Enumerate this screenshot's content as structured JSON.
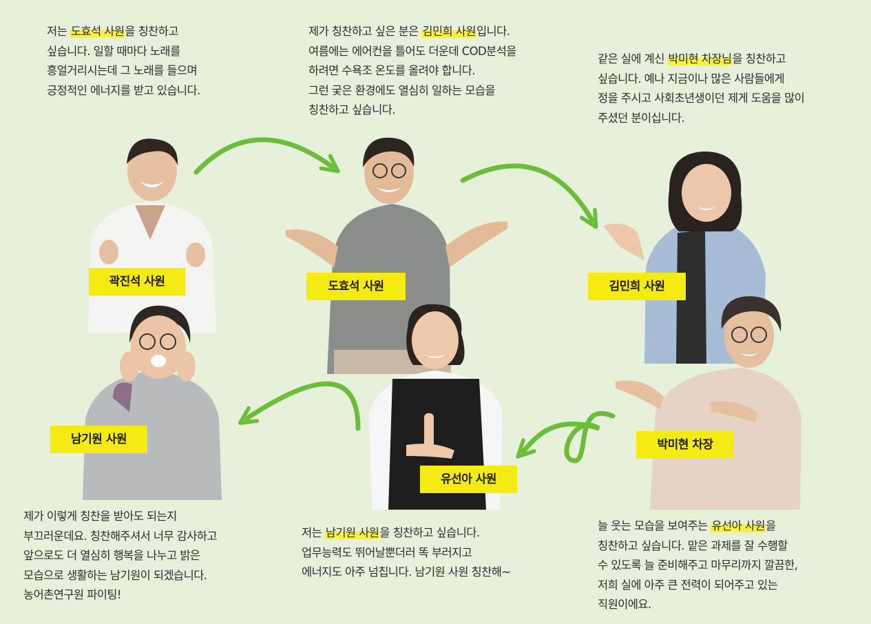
{
  "colors": {
    "background": "#e6f0da",
    "arrow": "#6cbd3a",
    "name_tag": "#f5ea12",
    "highlight": "#f7f04a"
  },
  "blocks": {
    "b1": {
      "l1_pre": "저는 ",
      "l1_hl": "도효석 사원",
      "l1_post": "을 칭찬하고",
      "l2": "싶습니다. 일할 때마다 노래를",
      "l3": "흥얼거리시는데 그 노래를 들으며",
      "l4": "긍정적인 에너지를 받고 있습니다."
    },
    "b2": {
      "l1_pre": "제가 칭찬하고 싶은 분은 ",
      "l1_hl": "김민희 사원",
      "l1_post": "입니다.",
      "l2": "여름에는 에어컨을 틀어도 더운데 COD분석을",
      "l3": "하려면 수욕조 온도를 올려야 합니다.",
      "l4": "그런 궂은 환경에도 열심히 일하는 모습을",
      "l5": "칭찬하고 싶습니다."
    },
    "b3": {
      "l1_pre": "같은 실에 계신 ",
      "l1_hl": "박미현 차장님",
      "l1_post": "을 칭찬하고",
      "l2": "싶습니다. 예나 지금이나 많은 사람들에게",
      "l3": "정을 주시고 사회초년생이던 제게 도움을 많이",
      "l4": "주셨던 분이십니다."
    },
    "b4": {
      "l1": "제가 이렇게 칭찬을 받아도 되는지",
      "l2": "부끄러운데요. 칭찬해주셔서 너무 감사하고",
      "l3": "앞으로도 더 열심히 행복을 나누고 밝은",
      "l4": "모습으로 생활하는 남기원이 되겠습니다.",
      "l5": "농어촌연구원 파이팅!"
    },
    "b5": {
      "l1_pre": "저는 ",
      "l1_hl": "남기원 사원",
      "l1_post": "을 칭찬하고 싶습니다.",
      "l2": "업무능력도 뛰어날뿐더러 똑 부러지고",
      "l3": "에너지도 아주 넘칩니다. 남기원 사원 칭찬해~"
    },
    "b6": {
      "l1_pre": "늘 웃는 모습을 보여주는 ",
      "l1_hl": "유선아 사원",
      "l1_post": "을",
      "l2": "칭찬하고 싶습니다. 맡은 과제를 잘 수행할",
      "l3": "수 있도록 늘 준비해주고 마무리까지 깔끔한,",
      "l4": "저희 실에 아주 큰 전력이 되어주고 있는",
      "l5": "직원이에요."
    }
  },
  "people": [
    {
      "name": "곽진석 사원",
      "shirt": "#f4f4f2",
      "hair": "#2f2622",
      "skin": "#e7c0a2"
    },
    {
      "name": "도효석 사원",
      "shirt": "#8b8f8c",
      "hair": "#2c2520",
      "skin": "#e4bb98"
    },
    {
      "name": "김민희 사원",
      "shirt": "#a7bcd6",
      "hair": "#2a221f",
      "skin": "#ecc7aa"
    },
    {
      "name": "남기원 사원",
      "shirt": "#b7bbbe",
      "hair": "#2e2723",
      "skin": "#ecc4a6"
    },
    {
      "name": "유선아 사원",
      "shirt": "#1e1e1e",
      "hair": "#2b2320",
      "skin": "#eec8aa"
    },
    {
      "name": "박미현 차장",
      "shirt": "#e6d3c5",
      "hair": "#3a322e",
      "skin": "#e6bf9f"
    }
  ]
}
